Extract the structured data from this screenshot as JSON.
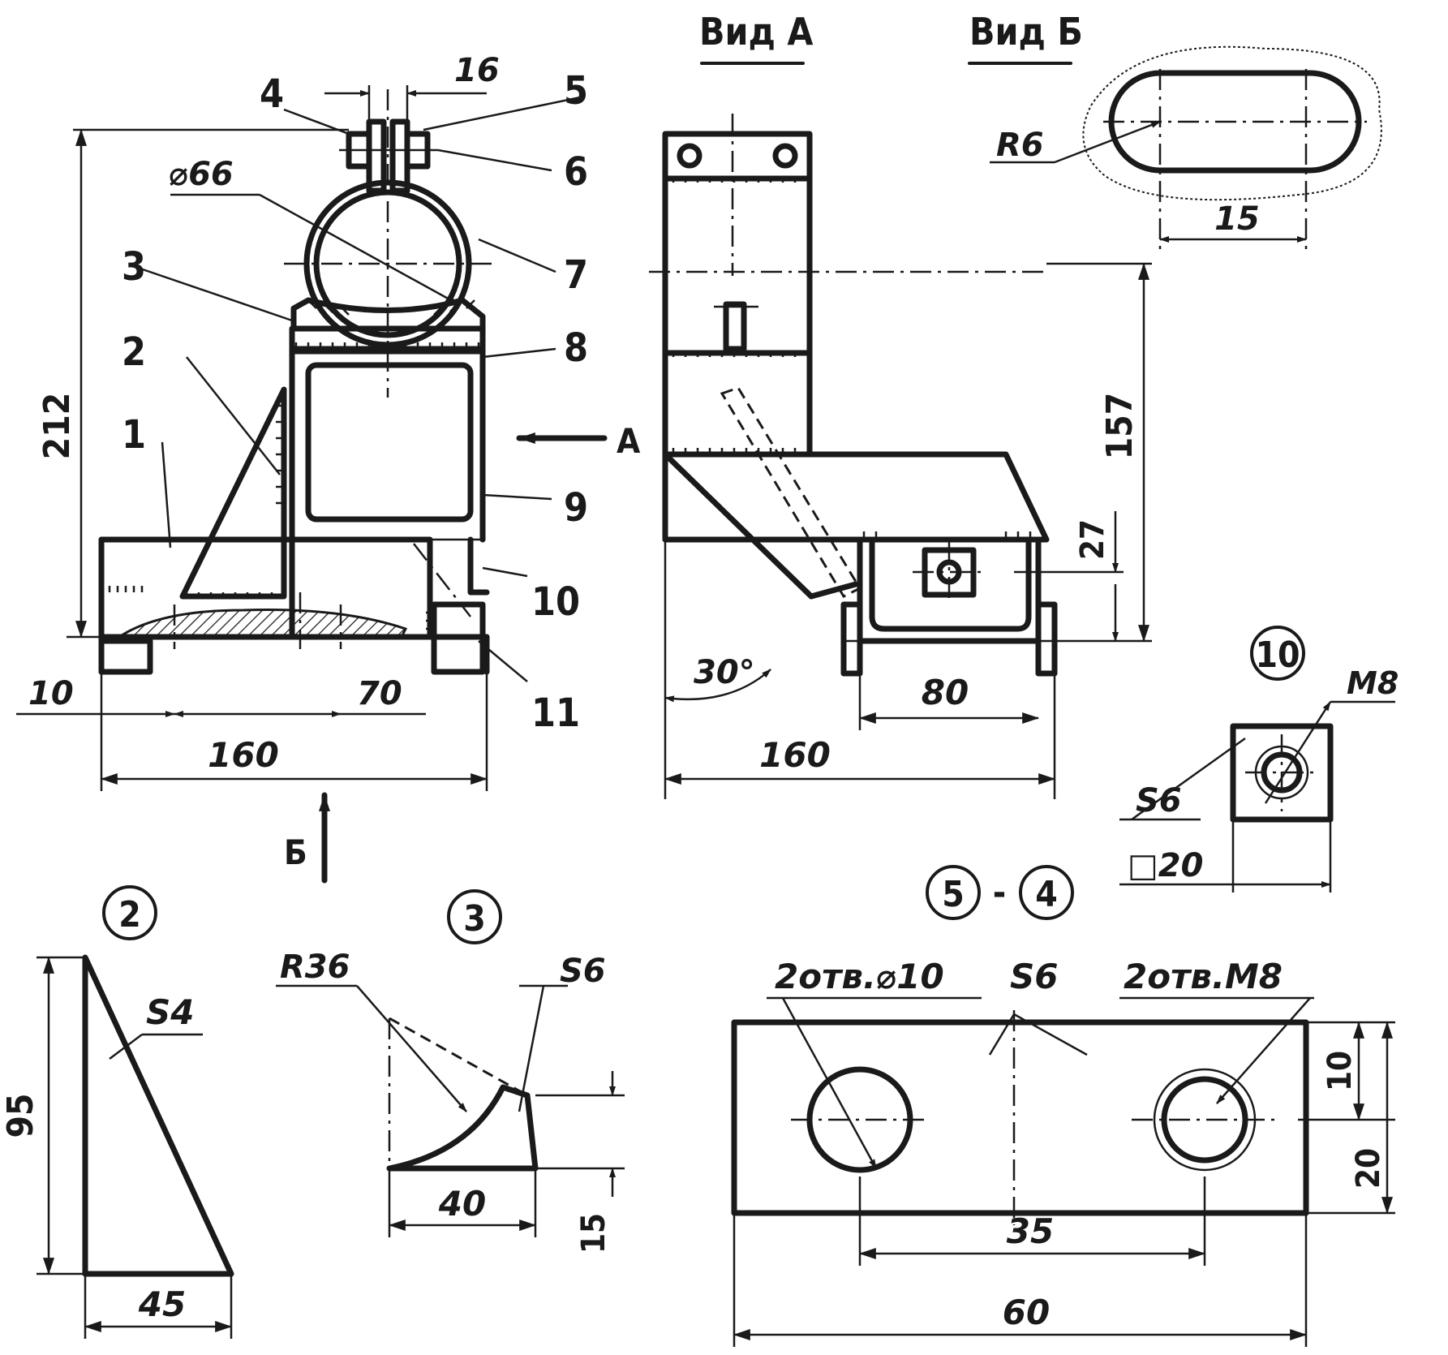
{
  "views": {
    "view_a_title": "Вид А",
    "view_b_title": "Вид Б",
    "arrow_a": "А",
    "arrow_b": "Б"
  },
  "front": {
    "dim_212": "212",
    "dim_16": "16",
    "dim_d66": "⌀66",
    "dim_10": "10",
    "dim_70": "70",
    "dim_160": "160",
    "callouts": [
      "1",
      "2",
      "3",
      "4",
      "5",
      "6",
      "7",
      "8",
      "9",
      "10",
      "11"
    ]
  },
  "side": {
    "dim_157": "157",
    "dim_27": "27",
    "dim_80": "80",
    "dim_160": "160",
    "dim_angle": "30°"
  },
  "view_b": {
    "dim_r6": "R6",
    "dim_15": "15"
  },
  "part2": {
    "id": "2",
    "dim_95": "95",
    "dim_45": "45",
    "thickness": "S4"
  },
  "part3": {
    "id": "3",
    "dim_r36": "R36",
    "thickness": "S6",
    "dim_40": "40",
    "dim_15": "15"
  },
  "part10": {
    "id": "10",
    "thread": "M8",
    "thickness": "S6",
    "size": "□20"
  },
  "part54": {
    "id_a": "5",
    "sep": "-",
    "id_b": "4",
    "holes_left": "2отв.⌀10",
    "thickness": "S6",
    "holes_right": "2отв.M8",
    "dim_10": "10",
    "dim_20": "20",
    "dim_35": "35",
    "dim_60": "60"
  }
}
